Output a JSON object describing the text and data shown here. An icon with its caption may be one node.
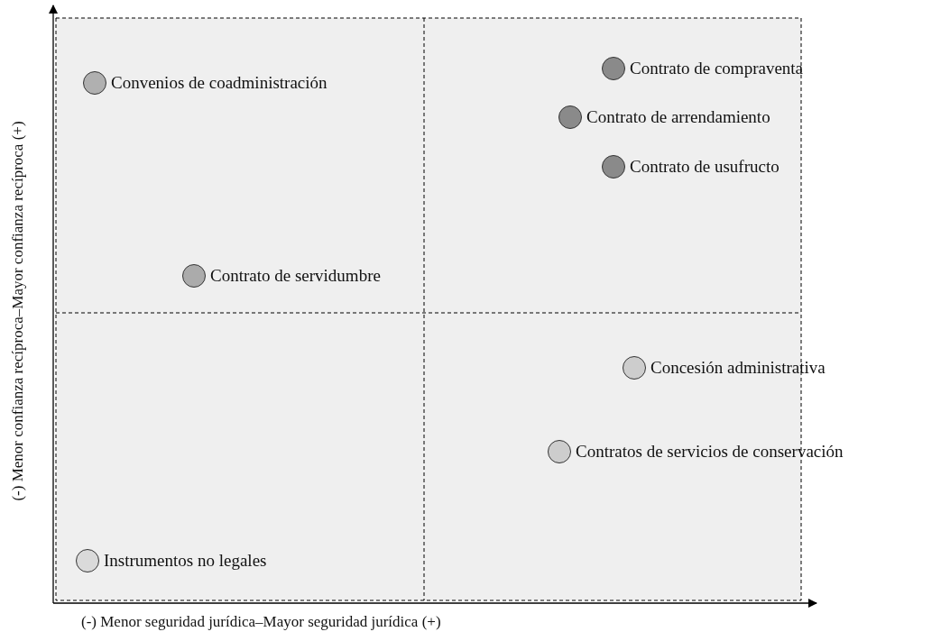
{
  "diagram": {
    "nodes": [
      {
        "text": [
          "Contrato de compraventa"
        ]
      },
      {
        "text": [
          "Convenios de coadministración"
        ]
      },
      {
        "text": [
          "Contrato de arrendamiento"
        ]
      },
      {
        "text": [
          "Contrato de usufructo"
        ]
      },
      {
        "text": [
          "Contrato de servidumbre"
        ]
      },
      {
        "text": [
          "Concesión administrativa"
        ]
      },
      {
        "text": [
          "Contratos de servicios de conservación"
        ]
      },
      {
        "text": [
          "Instrumentos no legales"
        ]
      }
    ],
    "edges": [],
    "labels": [
      "(-) Menor confianza recíproca–Mayor confianza recíproca (+)",
      "(-) Menor seguridad jurídica–Mayor seguridad jurídica (+)"
    ]
  }
}
